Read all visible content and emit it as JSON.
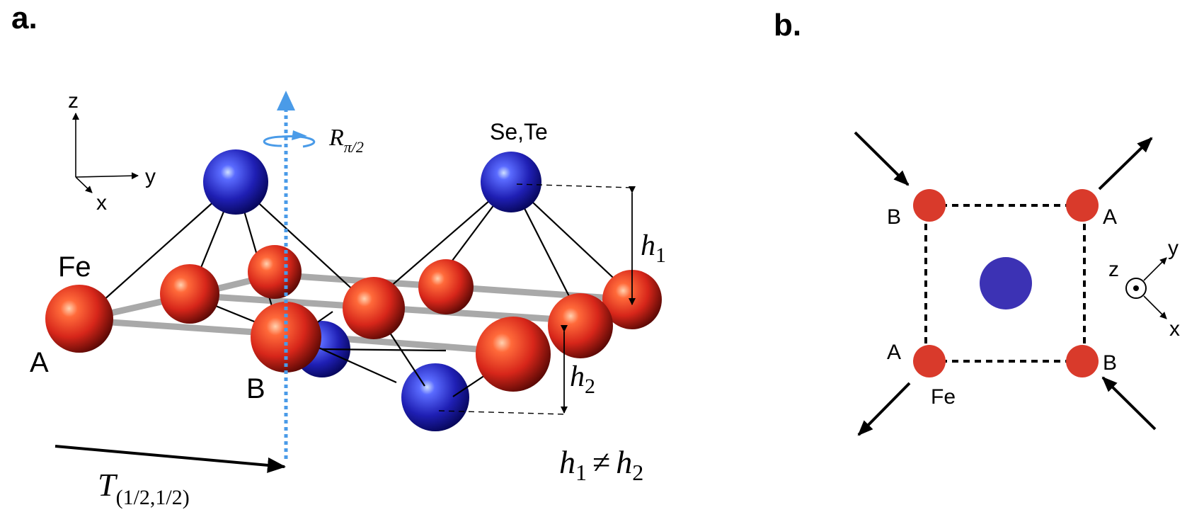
{
  "panel_a": {
    "label": "a.",
    "axes": {
      "z": "z",
      "y": "y",
      "x": "x"
    },
    "atom_fe": "Fe",
    "site_a": "A",
    "site_b": "B",
    "atom_chalcogen": "Se,Te",
    "rotation": {
      "symbol": "R",
      "subscript": "π/2"
    },
    "translation": {
      "symbol": "T",
      "subscript": "(1/2,1/2)"
    },
    "height_1": {
      "symbol": "h",
      "subscript": "1"
    },
    "height_2": {
      "symbol": "h",
      "subscript": "2"
    },
    "inequality": {
      "left": "h",
      "left_sub": "1",
      "op": "≠",
      "right": "h",
      "right_sub": "2"
    }
  },
  "panel_b": {
    "label": "b.",
    "site_top_left": "B",
    "site_top_right": "A",
    "site_bottom_left": "A",
    "site_bottom_right": "B",
    "atom_fe": "Fe",
    "axes": {
      "z": "z",
      "y": "y",
      "x": "x"
    }
  },
  "colors": {
    "fe": "#d93a2b",
    "chalcogen": "#1f1fb0",
    "center_atom": "#3c32b4",
    "symmetry_axis": "#4a9be8",
    "lattice_bond": "#a9a9a9"
  }
}
